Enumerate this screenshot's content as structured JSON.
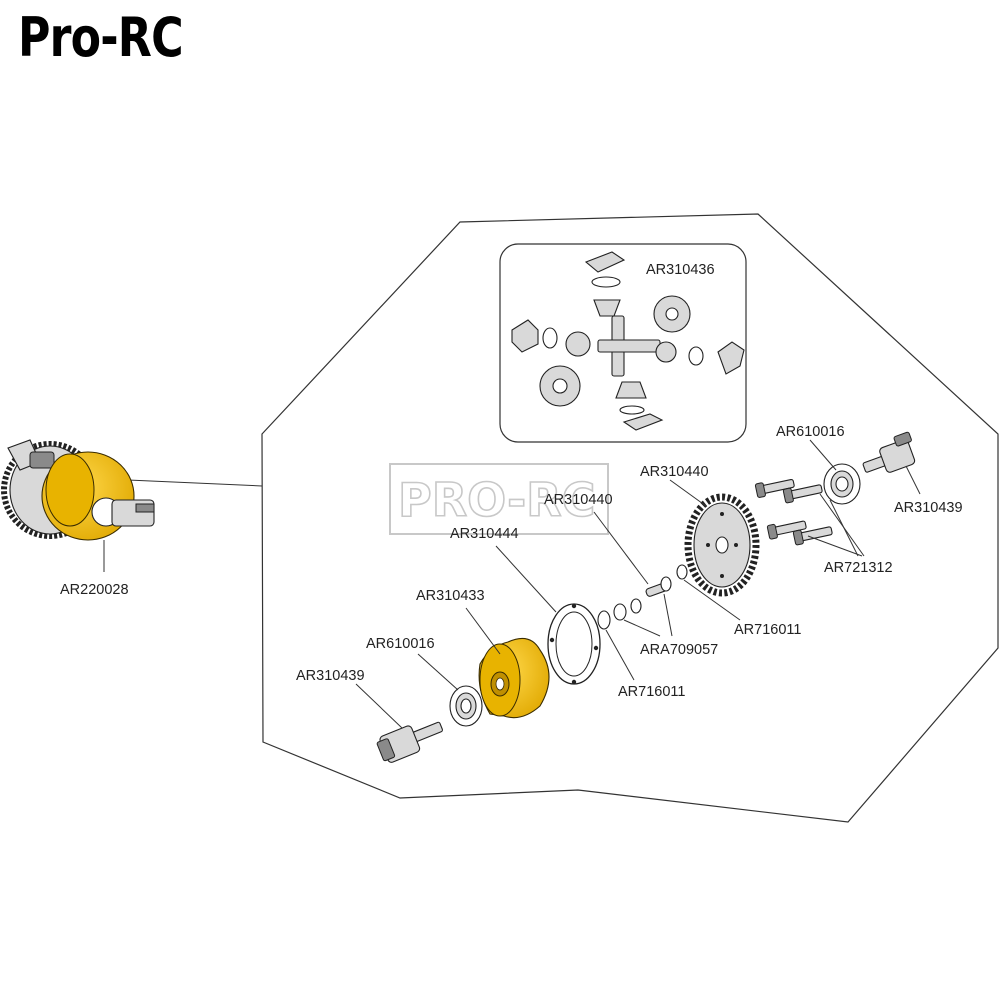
{
  "brand": "Pro-RC",
  "watermark": "PRO-RC",
  "colors": {
    "highlight": "#F7C21B",
    "highlight_dark": "#D9A300",
    "line": "#333333"
  },
  "labels": {
    "assembly": "AR220028",
    "spider_gears": "AR310436",
    "bearing_right": "AR610016",
    "outdrive_right": "AR310439",
    "ring_gear": "AR310440",
    "pin": "AR310440",
    "screws": "AR721312",
    "gasket": "AR310444",
    "case": "AR310433",
    "bearing_left": "AR610016",
    "outdrive_left": "AR310439",
    "washer_right": "AR716011",
    "washer_mid": "ARA709057",
    "washer_left": "AR716011"
  }
}
